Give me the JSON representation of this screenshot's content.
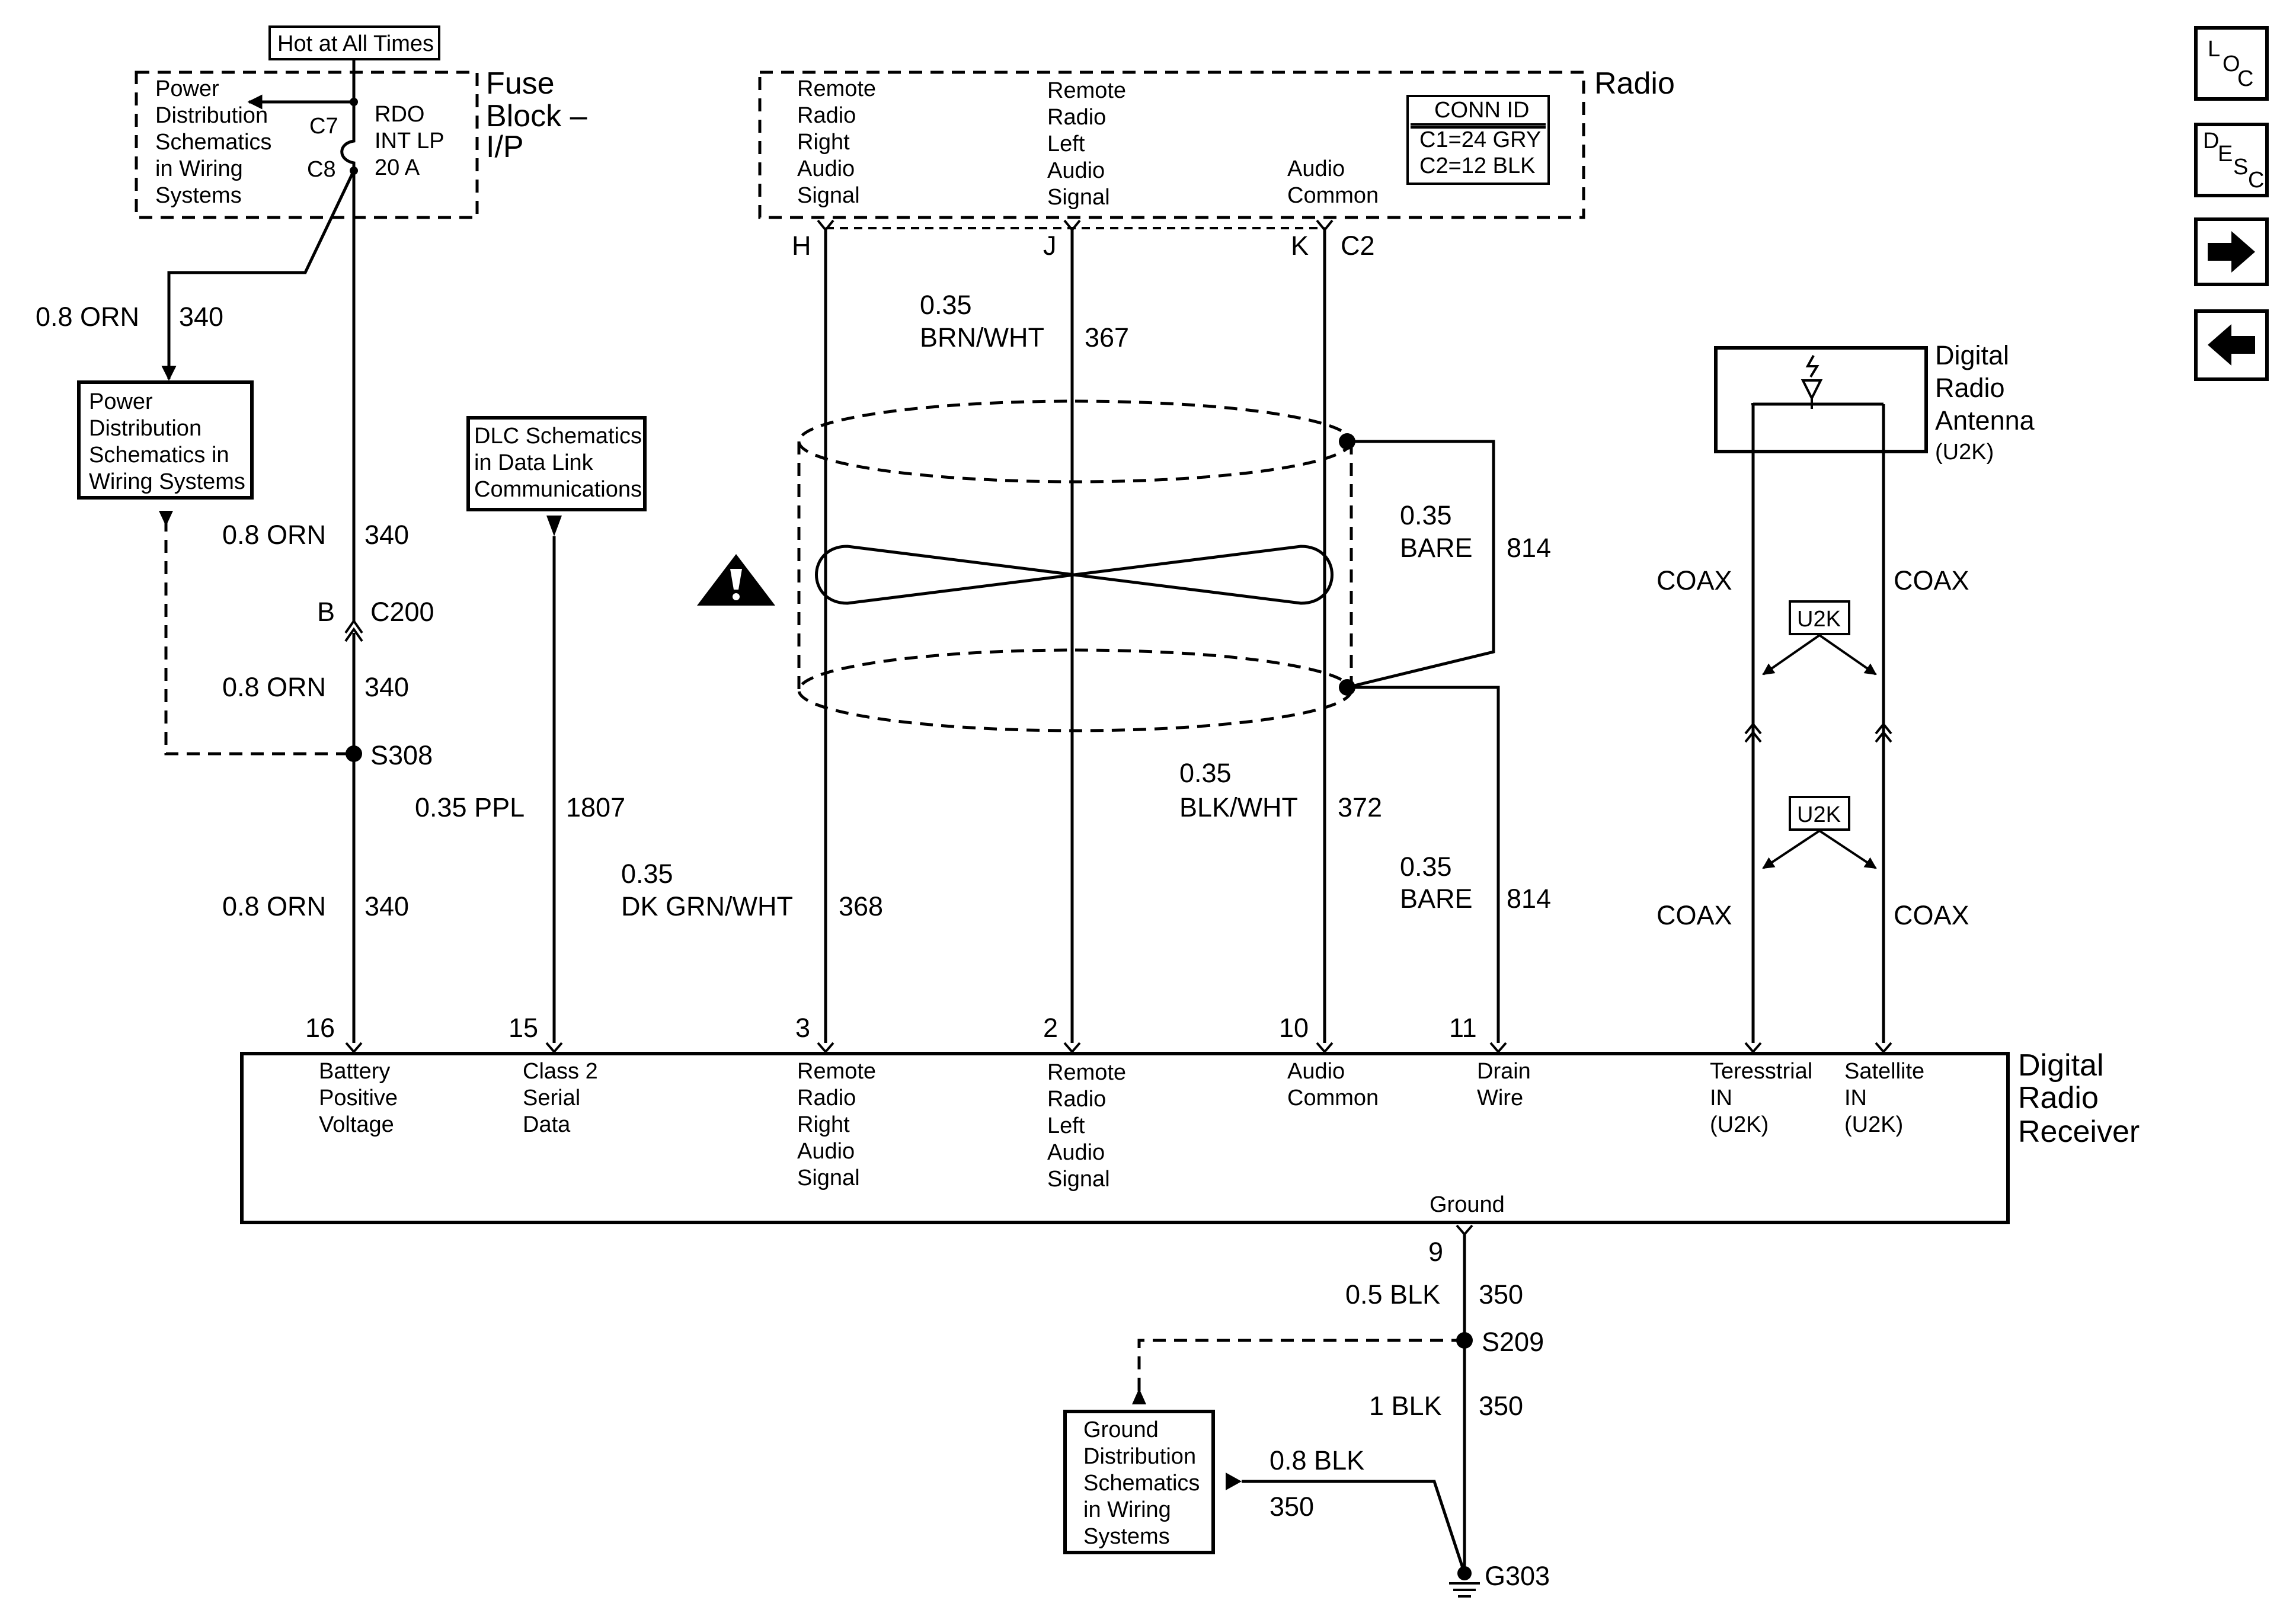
{
  "top": {
    "hot_label": "Hot at All Times",
    "fuse_block": [
      "Fuse",
      "Block –",
      "I/P"
    ],
    "fuse_left": [
      "Power",
      "Distribution",
      "Schematics",
      "in Wiring",
      "Systems"
    ],
    "fuse_c7": "C7",
    "fuse_c8": "C8",
    "fuse_name": [
      "RDO",
      "INT LP",
      "20 A"
    ],
    "pd_box": [
      "Power",
      "Distribution",
      "Schematics in",
      "Wiring Systems"
    ],
    "dlc_box": [
      "DLC Schematics",
      "in Data Link",
      "Communications"
    ]
  },
  "radio": {
    "title": "Radio",
    "right_sig": [
      "Remote",
      "Radio",
      "Right",
      "Audio",
      "Signal"
    ],
    "left_sig": [
      "Remote",
      "Radio",
      "Left",
      "Audio",
      "Signal"
    ],
    "common": [
      "Audio",
      "Common"
    ],
    "conn_title": "CONN ID",
    "conn_lines": [
      "C1=24 GRY",
      "C2=12 BLK"
    ],
    "pins": {
      "h": "H",
      "j": "J",
      "k": "K",
      "c2": "C2"
    }
  },
  "wires": {
    "w340_top": [
      "0.8 ORN",
      "340"
    ],
    "w340_a": [
      "0.8 ORN",
      "340"
    ],
    "w340_b": [
      "0.8 ORN",
      "340"
    ],
    "w340_c": [
      "0.8 ORN",
      "340"
    ],
    "c200_pin": "B",
    "c200": "C200",
    "s308": "S308",
    "ppl": [
      "0.35 PPL",
      "1807"
    ],
    "w368": [
      "0.35",
      "DK GRN/WHT",
      "368"
    ],
    "w367": [
      "0.35",
      "BRN/WHT",
      "367"
    ],
    "w814a": [
      "0.35",
      "BARE",
      "814"
    ],
    "w372": [
      "0.35",
      "BLK/WHT",
      "372"
    ],
    "w814b": [
      "0.35",
      "BARE",
      "814"
    ]
  },
  "antenna": {
    "title": [
      "Digital",
      "Radio",
      "Antenna"
    ],
    "option": "(U2K)",
    "coax": "COAX",
    "u2k": "U2K"
  },
  "receiver": {
    "title": [
      "Digital",
      "Radio",
      "Receiver"
    ],
    "pins": [
      "16",
      "15",
      "3",
      "2",
      "10",
      "11"
    ],
    "labels": {
      "bat": [
        "Battery",
        "Positive",
        "Voltage"
      ],
      "cls": [
        "Class 2",
        "Serial",
        "Data"
      ],
      "rr": [
        "Remote",
        "Radio",
        "Right",
        "Audio",
        "Signal"
      ],
      "rl": [
        "Remote",
        "Radio",
        "Left",
        "Audio",
        "Signal"
      ],
      "ac": [
        "Audio",
        "Common"
      ],
      "dw": [
        "Drain",
        "Wire"
      ],
      "ter": [
        "Teresstrial",
        "IN",
        "(U2K)"
      ],
      "sat": [
        "Satellite",
        "IN",
        "(U2K)"
      ]
    },
    "ground": "Ground"
  },
  "ground": {
    "pin": "9",
    "w350a": [
      "0.5 BLK",
      "350"
    ],
    "s209": "S209",
    "w350b": [
      "1 BLK",
      "350"
    ],
    "w350c": [
      "0.8 BLK",
      "350"
    ],
    "g303": "G303",
    "gd_box": [
      "Ground",
      "Distribution",
      "Schematics",
      "in Wiring",
      "Systems"
    ]
  },
  "nav": {
    "loc": [
      "L",
      "O",
      "C"
    ],
    "desc": [
      "D",
      "E",
      "S",
      "C"
    ],
    "next_icon": "right-arrow-icon",
    "prev_icon": "left-arrow-icon"
  }
}
